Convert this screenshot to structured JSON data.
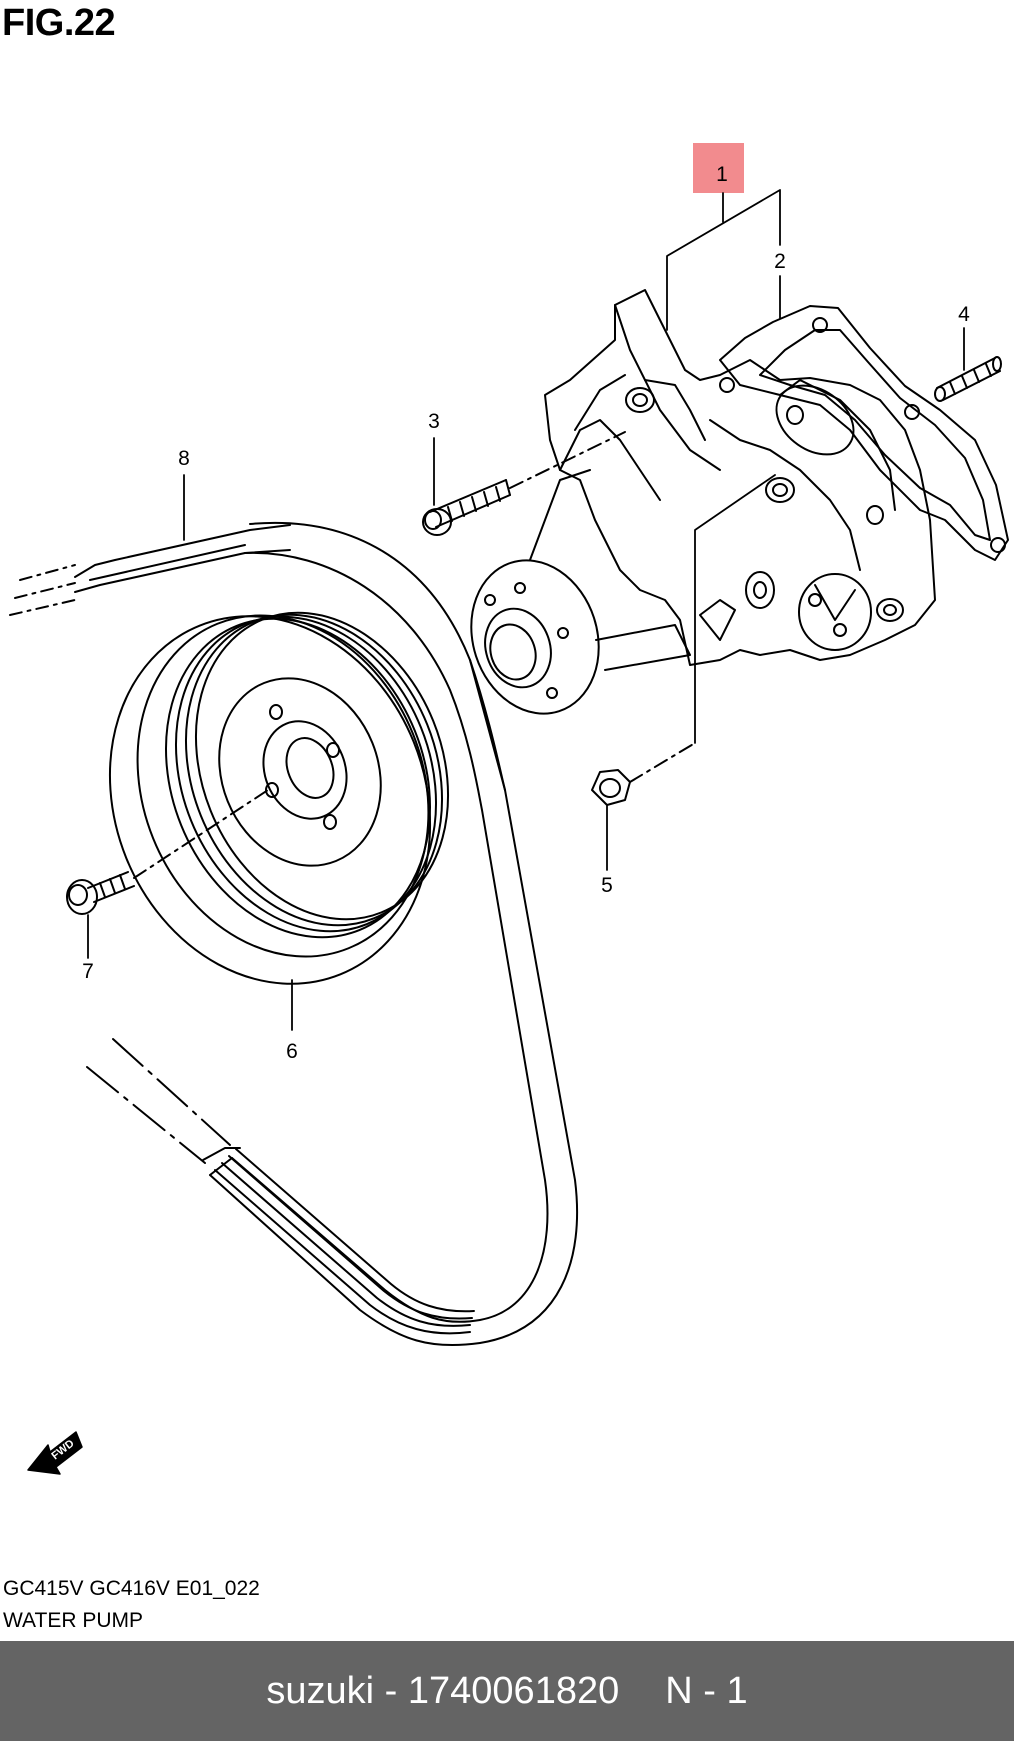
{
  "figure": {
    "title": "FIG.22"
  },
  "callouts": [
    {
      "id": "c1",
      "label": "1",
      "highlighted": true
    },
    {
      "id": "c2",
      "label": "2"
    },
    {
      "id": "c3",
      "label": "3"
    },
    {
      "id": "c4",
      "label": "4"
    },
    {
      "id": "c5",
      "label": "5"
    },
    {
      "id": "c6",
      "label": "6"
    },
    {
      "id": "c7",
      "label": "7"
    },
    {
      "id": "c8",
      "label": "8"
    }
  ],
  "direction_badge": "FWD",
  "caption": {
    "model_line": "GC415V GC416V E01_022",
    "section": "WATER PUMP"
  },
  "footer": {
    "brand_part": "suzuki - 1740061820",
    "position": "N - 1"
  },
  "colors": {
    "highlight": "#f28b8e",
    "footer_bg": "#646464",
    "footer_text": "#ffffff",
    "line": "#000000"
  },
  "icons": [
    "fwd-arrow-icon"
  ]
}
